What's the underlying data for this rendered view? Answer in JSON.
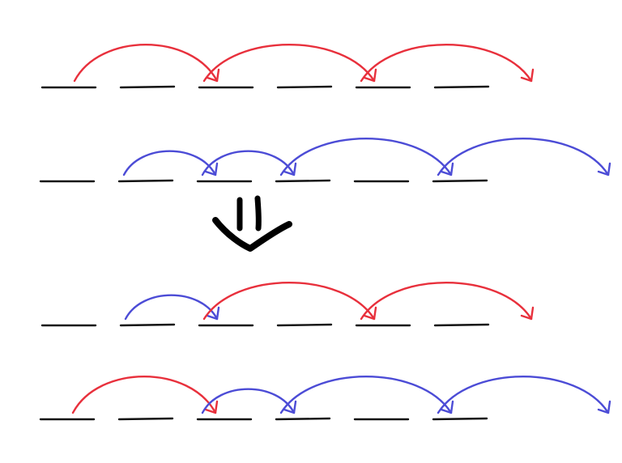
{
  "colors": {
    "background": "#ffffff",
    "blank": "#111111",
    "red_arc": "#e8303c",
    "blue_arc": "#4c4cd6",
    "down_arrow": "#000000"
  },
  "rows": [
    {
      "name": "row-1-red",
      "blanks": 6,
      "arcs": [
        {
          "from": 0,
          "to": 2,
          "color": "red_arc"
        },
        {
          "from": 2,
          "to": 4,
          "color": "red_arc"
        },
        {
          "from": 4,
          "to": 6,
          "color": "red_arc"
        }
      ]
    },
    {
      "name": "row-2-blue",
      "blanks": 6,
      "arcs": [
        {
          "from": 1,
          "to": 2,
          "color": "blue_arc"
        },
        {
          "from": 2,
          "to": 3,
          "color": "blue_arc"
        },
        {
          "from": 3,
          "to": 5,
          "color": "blue_arc"
        },
        {
          "from": 5,
          "to": 7,
          "color": "blue_arc"
        }
      ]
    },
    {
      "name": "row-3-mixed",
      "blanks": 6,
      "arcs": [
        {
          "from": 1,
          "to": 2,
          "color": "blue_arc"
        },
        {
          "from": 2,
          "to": 4,
          "color": "red_arc"
        },
        {
          "from": 4,
          "to": 6,
          "color": "red_arc"
        }
      ]
    },
    {
      "name": "row-4-mixed",
      "blanks": 6,
      "arcs": [
        {
          "from": 0,
          "to": 2,
          "color": "red_arc"
        },
        {
          "from": 2,
          "to": 3,
          "color": "blue_arc"
        },
        {
          "from": 3,
          "to": 5,
          "color": "blue_arc"
        },
        {
          "from": 5,
          "to": 7,
          "color": "blue_arc"
        }
      ]
    }
  ],
  "transition_arrow": "down-arrow"
}
